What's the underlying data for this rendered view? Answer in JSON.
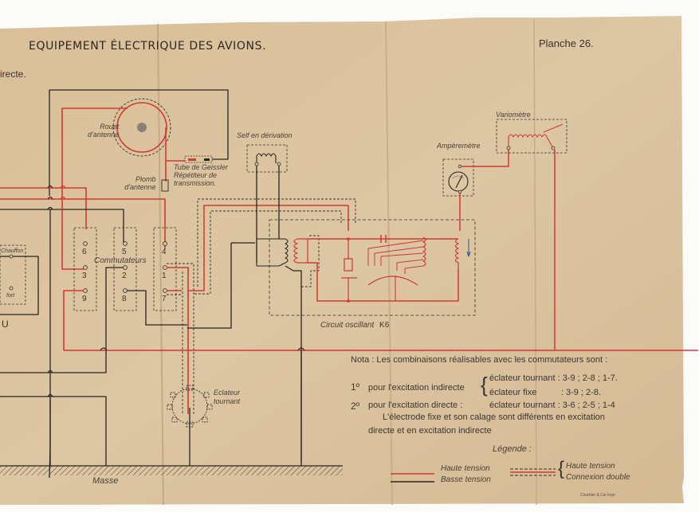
{
  "header": {
    "title": "EQUIPEMENT ÉLECTRIQUE DES AVIONS.",
    "plate": "Planche 26.",
    "subtitle_fragment": "irecte."
  },
  "labels": {
    "antenna_reel": [
      "Rouet",
      "d'antenne"
    ],
    "antenna_weight": [
      "Plomb",
      "d'antenne"
    ],
    "geissler_tube": [
      "Tube de Geissler",
      "Répétiteur de",
      "transmission."
    ],
    "shunt_inductance": "Self en dérivation",
    "variometer": "Variomètre",
    "ammeter": "Ampèremètre",
    "switches": "Commutateurs",
    "oscillating_circuit": "Circuit oscillant",
    "oscillating_circuit_id": "K6",
    "rotary_spark_gap": [
      "Eclateur",
      "tournant"
    ],
    "ground": "Masse",
    "left_box_top": "Chauffon",
    "left_box_bottom": "fort",
    "left_letter": "U"
  },
  "terminals": [
    "6",
    "3",
    "9",
    "5",
    "2",
    "8",
    "4",
    "1",
    "7"
  ],
  "notes": {
    "intro": "Nota : Les combinaisons réalisables avec les commutateurs sont :",
    "item1_num": "1º",
    "item1_label": "pour l'excitation indirecte",
    "item1_a": "éclateur tournant : 3-9 ; 2-8 ; 1-7.",
    "item1_b": "éclateur fixe          : 3-9 ; 2-8.",
    "item2_num": "2º",
    "item2_label": "pour l'excitation directe :",
    "item2_a": "éclateur tournant : 3-6 ; 2-5 ; 1-4",
    "remark_1": "L'électrode fixe et son calage sont différents en excitation",
    "remark_2": "directe et en excitation indirecte"
  },
  "legend": {
    "title": "Légende :",
    "high": "Haute tension",
    "low": "Basse tension",
    "double_1": "Haute tension",
    "double_2": "Connexion double",
    "printer": "Courbier & Cie impr."
  },
  "colors": {
    "paper": "#dcc39f",
    "red": "#cf3a33",
    "black": "#2a2520",
    "ink": "#3a332c"
  }
}
